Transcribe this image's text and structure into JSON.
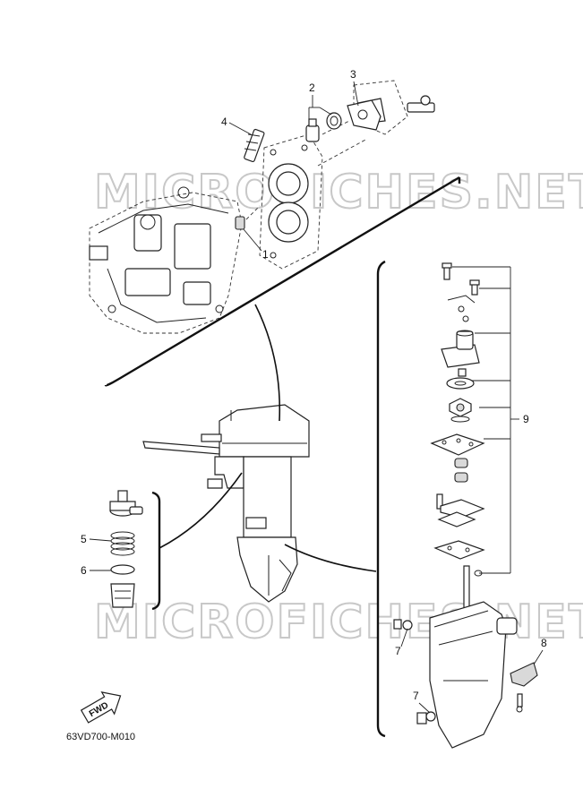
{
  "watermark": {
    "top": "MICROFICHES.NET",
    "bottom": "MICROFICHES.NET"
  },
  "callouts": [
    "1",
    "2",
    "3",
    "4",
    "5",
    "6",
    "7",
    "7",
    "8",
    "9"
  ],
  "fwd_label": "FWD",
  "diagram_code": "63VD700-M010"
}
